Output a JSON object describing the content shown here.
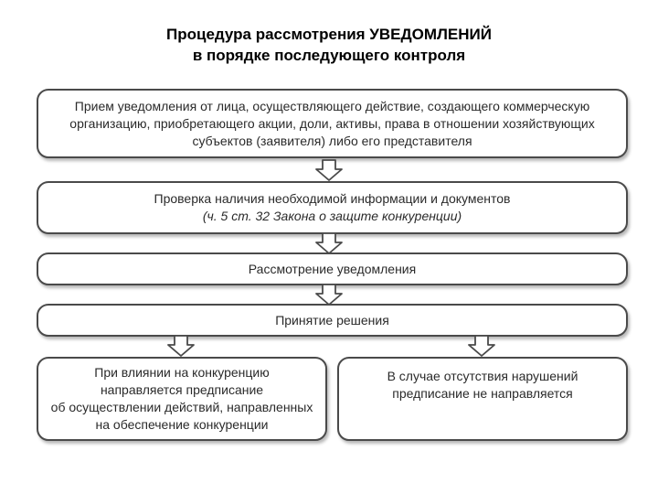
{
  "title": {
    "line1": "Процедура рассмотрения УВЕДОМЛЕНИЙ",
    "line2": "в порядке последующего контроля"
  },
  "steps": [
    {
      "lines": [
        "Прием уведомления от лица, осуществляющего действие, создающего коммерческую",
        "организацию, приобретающего акции, доли, активы, права в отношении хозяйствующих",
        "субъектов (заявителя) либо его представителя"
      ]
    },
    {
      "line1": "Проверка наличия необходимой информации и документов",
      "note": "(ч. 5 ст. 32 Закона о защите конкуренции)"
    },
    {
      "label": "Рассмотрение уведомления"
    },
    {
      "label": "Принятие решения"
    }
  ],
  "outcomes": {
    "left": {
      "lines": [
        "При влиянии на конкуренцию",
        "направляется предписание",
        "об осуществлении действий, направленных",
        "на обеспечение конкуренции"
      ]
    },
    "right": {
      "lines": [
        "В случае отсутствия нарушений",
        "предписание не направляется"
      ]
    }
  }
}
